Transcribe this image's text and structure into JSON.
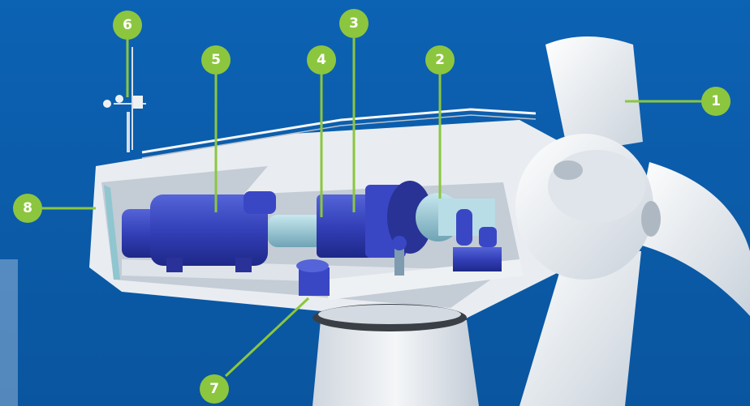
{
  "colors": {
    "background": "#0a5fae",
    "callout": "#8cc63e",
    "callout_text": "#ffffff",
    "nacelle": "#e9edf1",
    "machinery": "#3340b8"
  },
  "callouts": [
    {
      "id": "1",
      "label": "1"
    },
    {
      "id": "2",
      "label": "2"
    },
    {
      "id": "3",
      "label": "3"
    },
    {
      "id": "4",
      "label": "4"
    },
    {
      "id": "5",
      "label": "5"
    },
    {
      "id": "6",
      "label": "6"
    },
    {
      "id": "7",
      "label": "7"
    },
    {
      "id": "8",
      "label": "8"
    }
  ]
}
